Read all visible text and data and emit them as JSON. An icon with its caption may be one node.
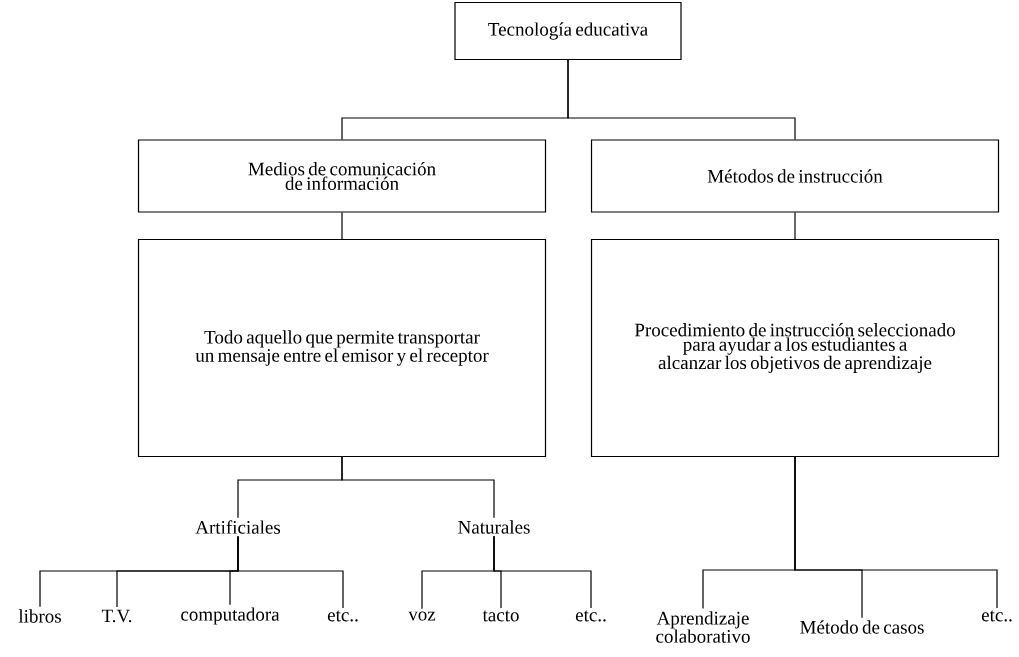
{
  "diagram": {
    "nodes": [
      {
        "text": [
          "Tecnología educativa"
        ]
      },
      {
        "text": [
          "Medios de comunicación de información"
        ]
      },
      {
        "text": [
          "Métodos de instrucción"
        ]
      },
      {
        "text": [
          "Todo aquello que permite transportar un mensaje entre el emisor y el receptor"
        ]
      },
      {
        "text": [
          "Procedimiento de instrucción seleccionado para ayudar a los estudiantes a alcanzar los objetivos de aprendizaje"
        ]
      },
      {
        "text": [
          "Artificiales"
        ]
      },
      {
        "text": [
          "Naturales"
        ]
      },
      {
        "text": [
          "libros"
        ]
      },
      {
        "text": [
          "T.V."
        ]
      },
      {
        "text": [
          "computadora"
        ]
      },
      {
        "text": [
          "etc.."
        ]
      },
      {
        "text": [
          "voz"
        ]
      },
      {
        "text": [
          "tacto"
        ]
      },
      {
        "text": [
          "etc.."
        ]
      },
      {
        "text": [
          "Aprendizaje colaborativo"
        ]
      },
      {
        "text": [
          "Método de casos"
        ]
      },
      {
        "text": [
          "etc.."
        ]
      }
    ],
    "edges": [
      {
        "from": 0,
        "to": 1,
        "arrow": "none"
      },
      {
        "from": 0,
        "to": 2,
        "arrow": "none"
      },
      {
        "from": 1,
        "to": 3,
        "arrow": "none"
      },
      {
        "from": 2,
        "to": 4,
        "arrow": "none"
      },
      {
        "from": 3,
        "to": 5,
        "arrow": "none"
      },
      {
        "from": 3,
        "to": 6,
        "arrow": "none"
      },
      {
        "from": 5,
        "to": 7,
        "arrow": "none"
      },
      {
        "from": 5,
        "to": 8,
        "arrow": "none"
      },
      {
        "from": 5,
        "to": 9,
        "arrow": "none"
      },
      {
        "from": 5,
        "to": 10,
        "arrow": "none"
      },
      {
        "from": 6,
        "to": 11,
        "arrow": "none"
      },
      {
        "from": 6,
        "to": 12,
        "arrow": "none"
      },
      {
        "from": 6,
        "to": 13,
        "arrow": "none"
      },
      {
        "from": 4,
        "to": 14,
        "arrow": "none"
      },
      {
        "from": 4,
        "to": 15,
        "arrow": "none"
      },
      {
        "from": 4,
        "to": 16,
        "arrow": "none"
      }
    ]
  }
}
